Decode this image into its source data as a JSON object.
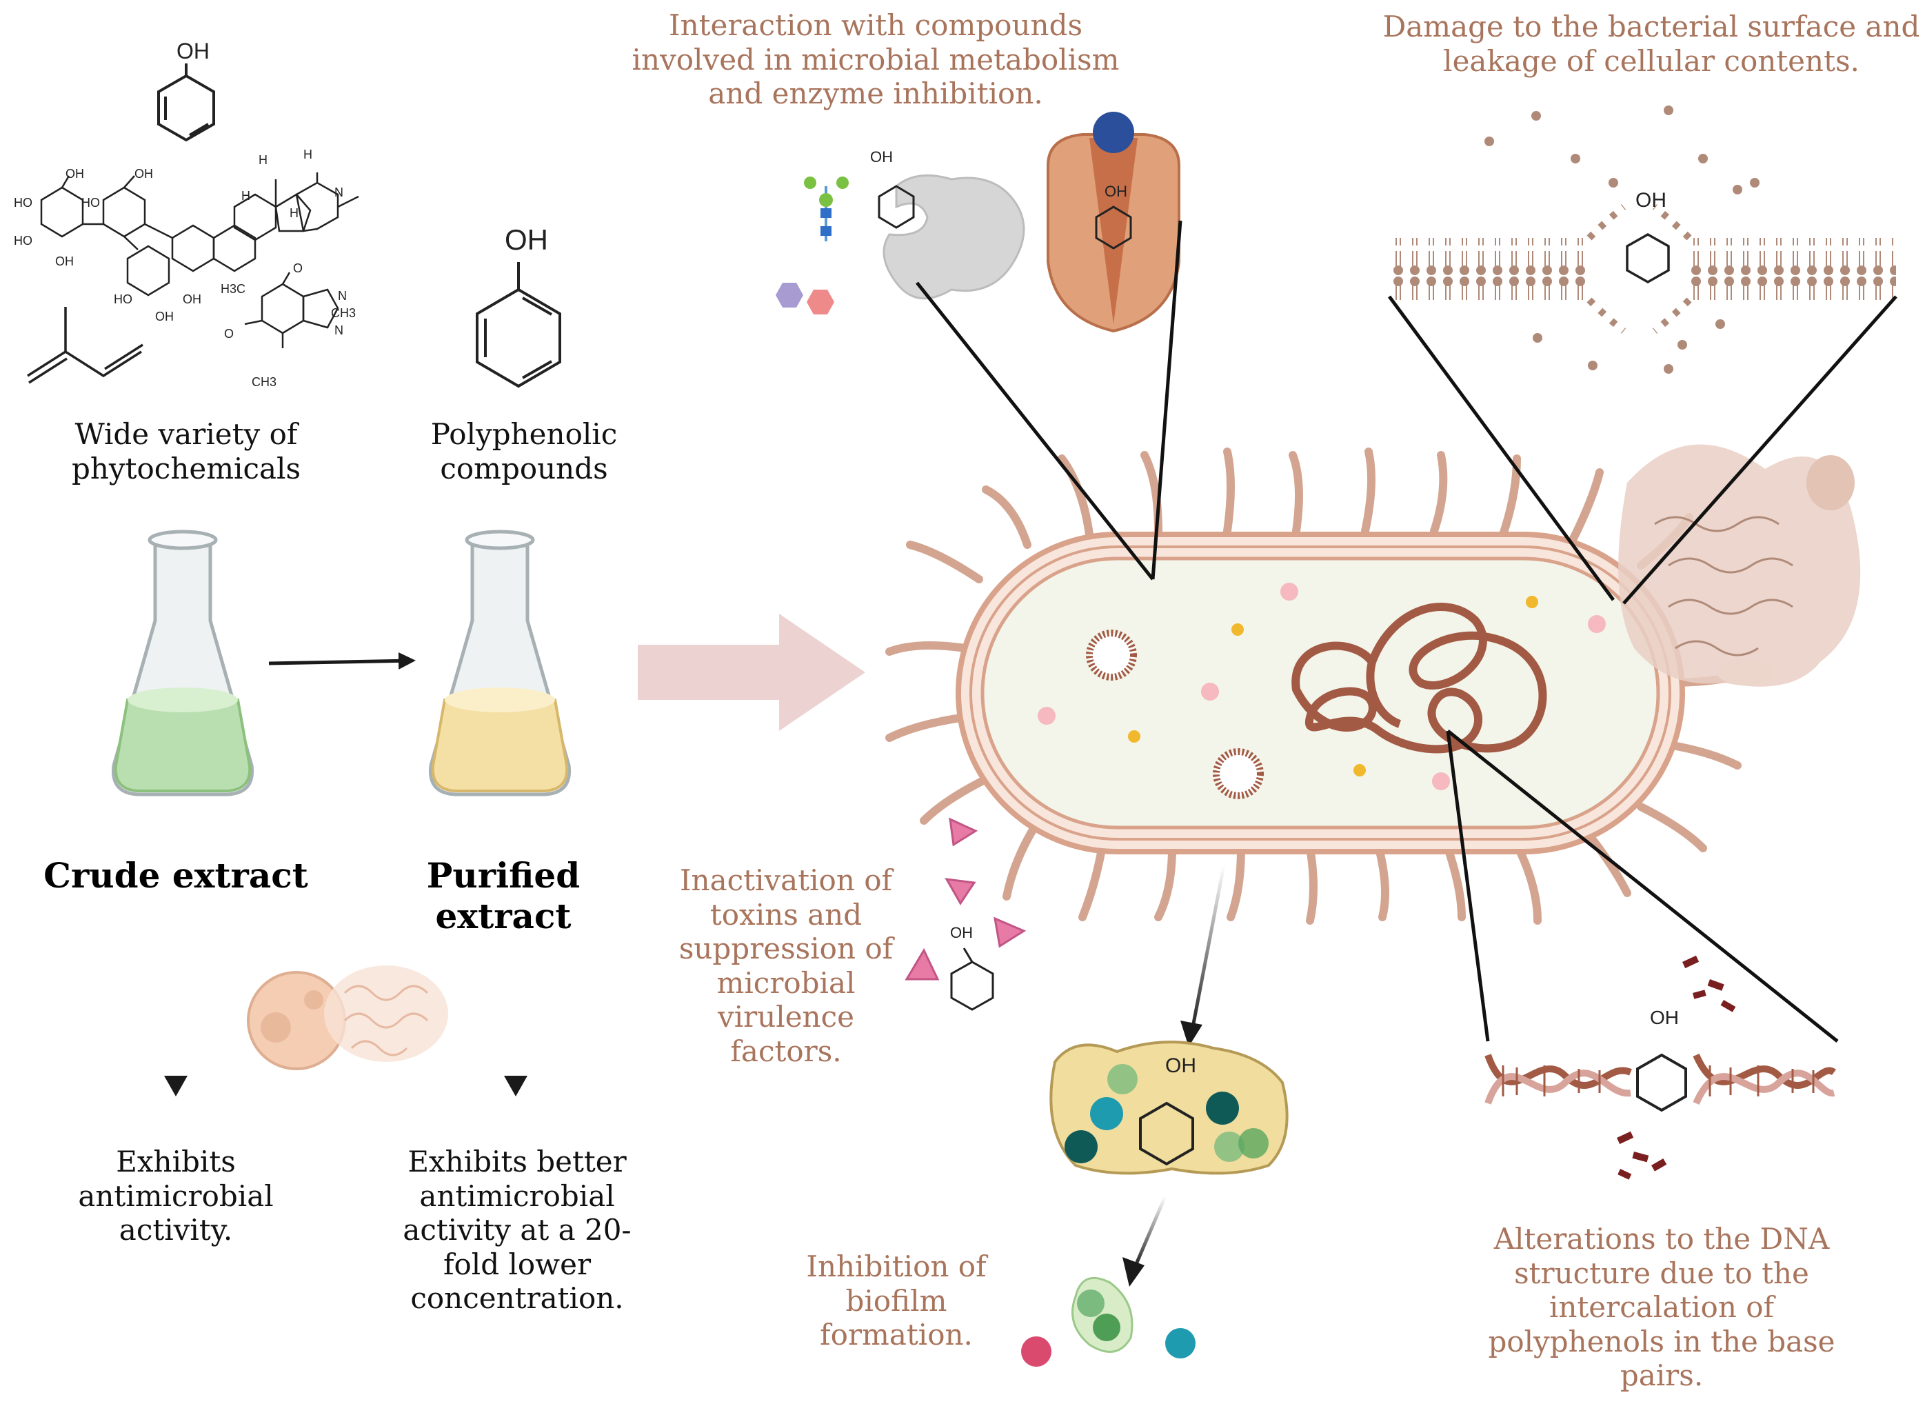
{
  "labels": {
    "phytochemicals": "Wide variety of\nphytochemicals",
    "polyphenolic": "Polyphenolic\ncompounds",
    "crude": "Crude extract",
    "purified": "Purified extract",
    "crude_effect": "Exhibits\nantimicrobial\nactivity.",
    "purified_effect": "Exhibits better\nantimicrobial\nactivity at a 20-\nfold lower\nconcentration.",
    "enzyme": "Interaction with compounds\ninvolved  in microbial metabolism\nand enzyme inhibition.",
    "membrane": "Damage to the bacterial surface and\nleakage of cellular contents.",
    "toxins": "Inactivation of\ntoxins and\nsuppression of\nmicrobial\nvirulence\nfactors.",
    "biofilm": "Inhibition of\nbiofilm\nformation.",
    "dna": "Alterations to the DNA\nstructure due to the\nintercalation of\npolyphenols in the base\npairs."
  },
  "chem": {
    "oh": "OH",
    "ho": "HO",
    "h": "H",
    "n": "N",
    "o": "O",
    "h3c": "H3C",
    "ch3": "CH3"
  },
  "colors": {
    "label_brown": "#a8745c",
    "crude_liquid": "#b9deb0",
    "purified_liquid": "#f4dfa5",
    "cell_fill": "#f3f5ea",
    "cell_wall": "#d9a28a",
    "dna": "#a25a44",
    "toxin": "#e87aa6",
    "biofilm": "#f1dd9d"
  }
}
